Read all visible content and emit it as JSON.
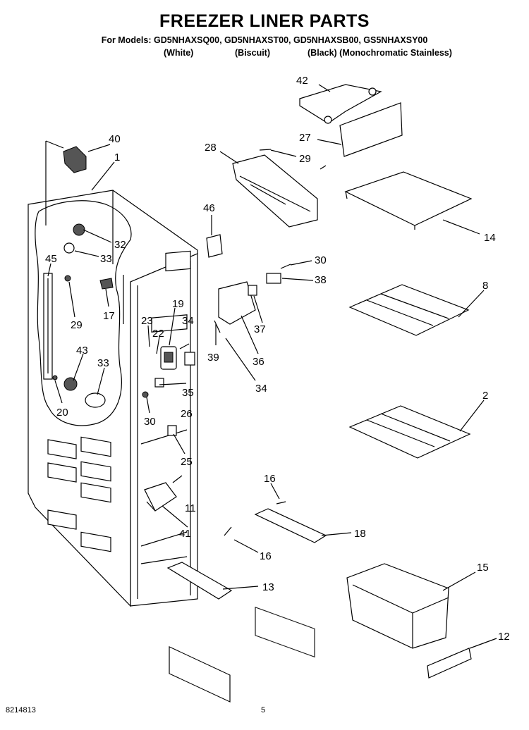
{
  "header": {
    "title": "FREEZER LINER PARTS",
    "models_line": "For Models: GD5NHAXSQ00, GD5NHAXST00, GD5NHAXSB00, GS5NHAXSY00",
    "colors": [
      "(White)",
      "(Biscuit)",
      "(Black) (Monochromatic Stainless)"
    ]
  },
  "callouts": [
    "40",
    "1",
    "32",
    "33",
    "45",
    "29",
    "17",
    "43",
    "33",
    "20",
    "23",
    "22",
    "19",
    "34",
    "35",
    "26",
    "30",
    "25",
    "11",
    "41",
    "46",
    "28",
    "29",
    "42",
    "27",
    "30",
    "38",
    "37",
    "36",
    "39",
    "34",
    "14",
    "8",
    "2",
    "16",
    "18",
    "16",
    "13",
    "15",
    "12"
  ],
  "footer": {
    "doc_number": "8214813",
    "page_number": "5"
  }
}
